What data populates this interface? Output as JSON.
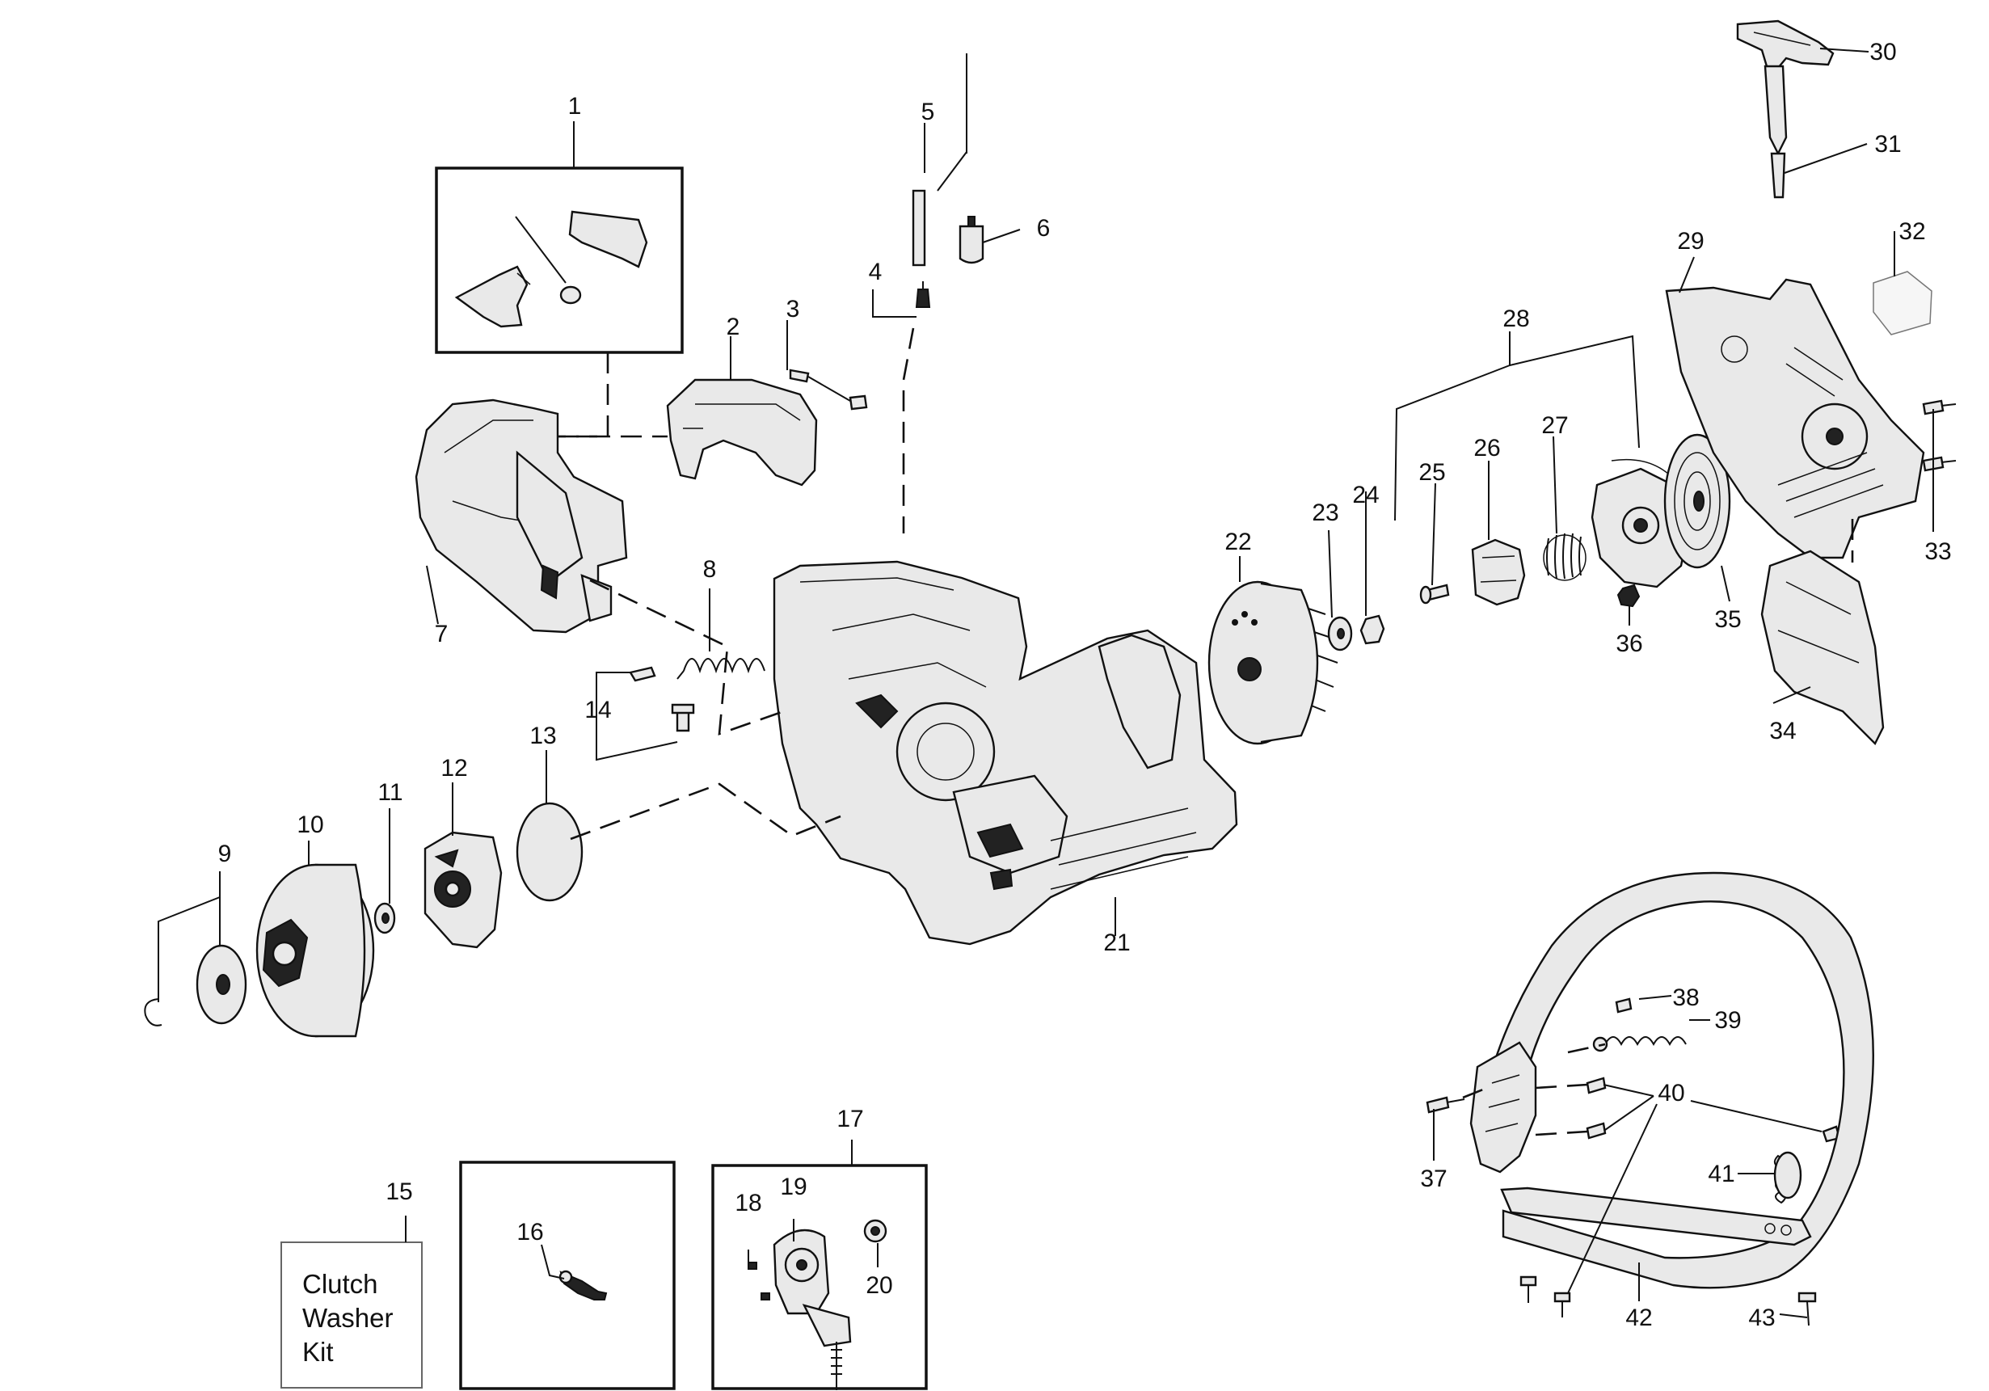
{
  "labels": [
    "1",
    "2",
    "3",
    "4",
    "5",
    "6",
    "7",
    "8",
    "9",
    "10",
    "11",
    "12",
    "13",
    "14",
    "15",
    "16",
    "17",
    "18",
    "19",
    "20",
    "21",
    "22",
    "23",
    "24",
    "25",
    "26",
    "27",
    "28",
    "29",
    "30",
    "31",
    "32",
    "33",
    "34",
    "35",
    "36",
    "37",
    "38",
    "39",
    "40",
    "41",
    "42",
    "43"
  ],
  "kit_box": {
    "lines": [
      "Clutch",
      "Washer",
      "Kit"
    ]
  }
}
